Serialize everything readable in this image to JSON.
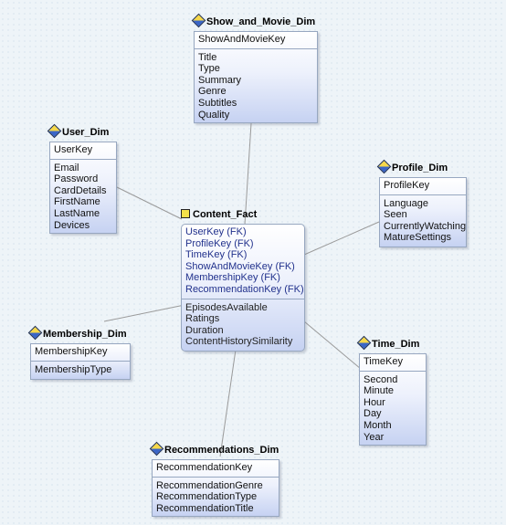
{
  "entities": {
    "show": {
      "name": "Show_and_Movie_Dim",
      "keys": [
        "ShowAndMovieKey"
      ],
      "attributes": [
        "Title",
        "Type",
        "Summary",
        "Genre",
        "Subtitles",
        "Quality"
      ]
    },
    "user": {
      "name": "User_Dim",
      "keys": [
        "UserKey"
      ],
      "attributes": [
        "Email",
        "Password",
        "CardDetails",
        "FirstName",
        "LastName",
        "Devices"
      ]
    },
    "profile": {
      "name": "Profile_Dim",
      "keys": [
        "ProfileKey"
      ],
      "attributes": [
        "Language",
        "Seen",
        "CurrentlyWatching",
        "MatureSettings"
      ]
    },
    "fact": {
      "name": "Content_Fact",
      "keys": [
        "UserKey (FK)",
        "ProfileKey (FK)",
        "TimeKey (FK)",
        "ShowAndMovieKey (FK)",
        "MembershipKey (FK)",
        "RecommendationKey (FK)"
      ],
      "attributes": [
        "EpisodesAvailable",
        "Ratings",
        "Duration",
        "ContentHistorySimilarity"
      ]
    },
    "membership": {
      "name": "Membership_Dim",
      "keys": [
        "MembershipKey"
      ],
      "attributes": [
        "MembershipType"
      ]
    },
    "time": {
      "name": "Time_Dim",
      "keys": [
        "TimeKey"
      ],
      "attributes": [
        "Second",
        "Minute",
        "Hour",
        "Day",
        "Month",
        "Year"
      ]
    },
    "recommendations": {
      "name": "Recommendations_Dim",
      "keys": [
        "RecommendationKey"
      ],
      "attributes": [
        "RecommendationGenre",
        "RecommendationType",
        "RecommendationTitle"
      ]
    }
  }
}
